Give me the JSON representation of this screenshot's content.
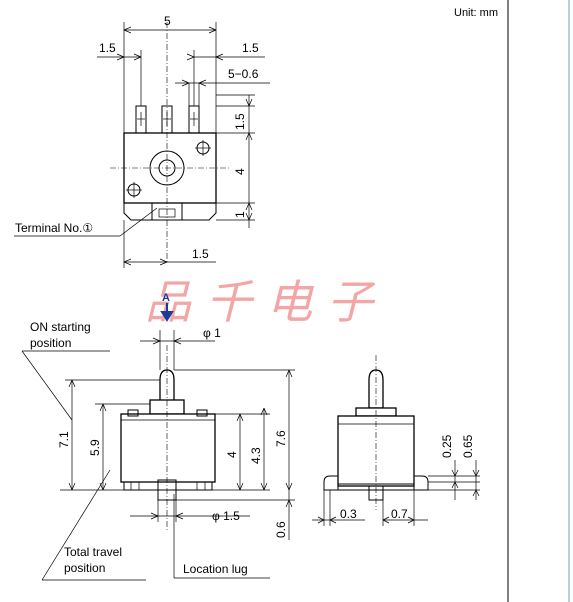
{
  "unit_label": "Unit: mm",
  "watermark": "品 千 电 子",
  "top_view": {
    "dim_width": "5",
    "dim_left_offset": "1.5",
    "dim_right_offset": "1.5",
    "dim_pin_pitch": "5−0.6",
    "dim_pin_len": "1.5",
    "dim_body_h": "4",
    "dim_base_h": "1",
    "dim_lug_offset": "1.5",
    "terminal_label": "Terminal No.①"
  },
  "front_view": {
    "arrow_letter": "A",
    "dim_stem_dia": "φ 1",
    "on_start_label_1": "ON starting",
    "on_start_label_2": "position",
    "dim_total": "7.1",
    "dim_travel": "5.9",
    "dim_body": "4",
    "dim_body2": "4.3",
    "dim_overall": "7.6",
    "dim_lug_dia": "φ 1.5",
    "dim_lug_len": "0.6",
    "travel_label_1": "Total travel",
    "travel_label_2": "position",
    "lug_label": "Location lug"
  },
  "side_view": {
    "dim_a": "0.25",
    "dim_b": "0.65",
    "dim_c": "0.3",
    "dim_d": "0.7"
  },
  "accent": {
    "arrow": "#1a3aa0",
    "watermark": "#f3a6a6",
    "frame_right": "#7fb0d8"
  }
}
